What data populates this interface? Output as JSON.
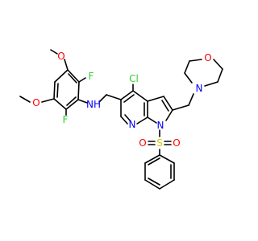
{
  "colors": {
    "bond": "#000000",
    "C": "#000000",
    "N": "#0000ff",
    "O": "#ff0000",
    "F": "#33cc33",
    "Cl": "#33cc33",
    "S": "#cccc00",
    "background": "#ffffff"
  },
  "labels": {
    "o_methoxy_top": "O",
    "o_methoxy_bottom": "O",
    "f_top": "F",
    "f_bottom": "F",
    "nh": "NH",
    "cl": "Cl",
    "n_morpholine": "N",
    "o_morpholine": "O",
    "n_pyridine": "N",
    "n_pyrrole": "N",
    "s_sulfonyl": "S",
    "o_sulfonyl_left": "O",
    "o_sulfonyl_right": "O"
  }
}
